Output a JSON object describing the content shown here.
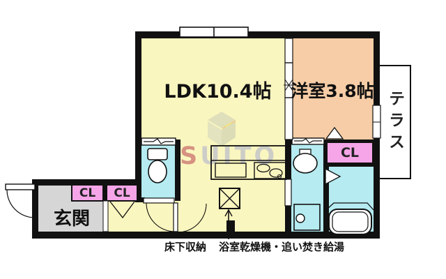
{
  "floorplan": {
    "rooms": {
      "ldk": {
        "label": "LDK10.4帖"
      },
      "western_room": {
        "label": "洋室3.8帖"
      },
      "terrace": {
        "label": "テラス"
      },
      "entrance": {
        "label": "玄関"
      },
      "closet_entrance": {
        "label": "CL"
      },
      "closet_hall": {
        "label": "CL"
      },
      "closet_western": {
        "label": "CL"
      }
    },
    "annotations": {
      "underfloor_storage": "床下収納",
      "bath_equipment": "浴室乾燥機・追い焚き給湯"
    },
    "watermark": {
      "first": "S",
      "rest": "UITO"
    },
    "colors": {
      "ldk_fill": "#faf6bf",
      "western_fill": "#f6cda6",
      "wet_area_fill": "#b5ebf1",
      "closet_fill": "#f6a6e8",
      "entrance_fill": "#d6d6d6",
      "wall": "#111111",
      "watermark_gray": "#c9c9c9",
      "watermark_accent": "#d4887c"
    }
  }
}
